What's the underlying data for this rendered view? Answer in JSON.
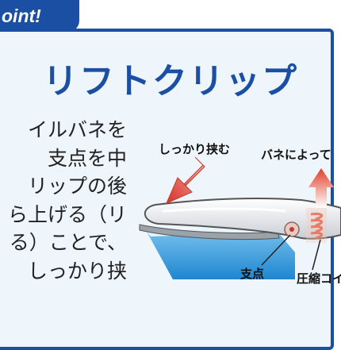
{
  "header": {
    "tab_label": "oint!",
    "title": "リフトクリップ"
  },
  "description": {
    "lines": [
      "イルバネを",
      "支点を中",
      "リップの後",
      "ら上げる（リ",
      "る）ことで、",
      "しっかり挟"
    ]
  },
  "illustration": {
    "label_grip": "しっかり挟む",
    "label_spring": "バネによって",
    "label_fulcrum": "支点",
    "label_coil": "圧縮コイ"
  },
  "colors": {
    "frame_blue": "#1a4fa3",
    "panel_bg": "#eef6fc",
    "paper_blue": "#3aa0e0",
    "arrow_red": "#d9302a"
  }
}
